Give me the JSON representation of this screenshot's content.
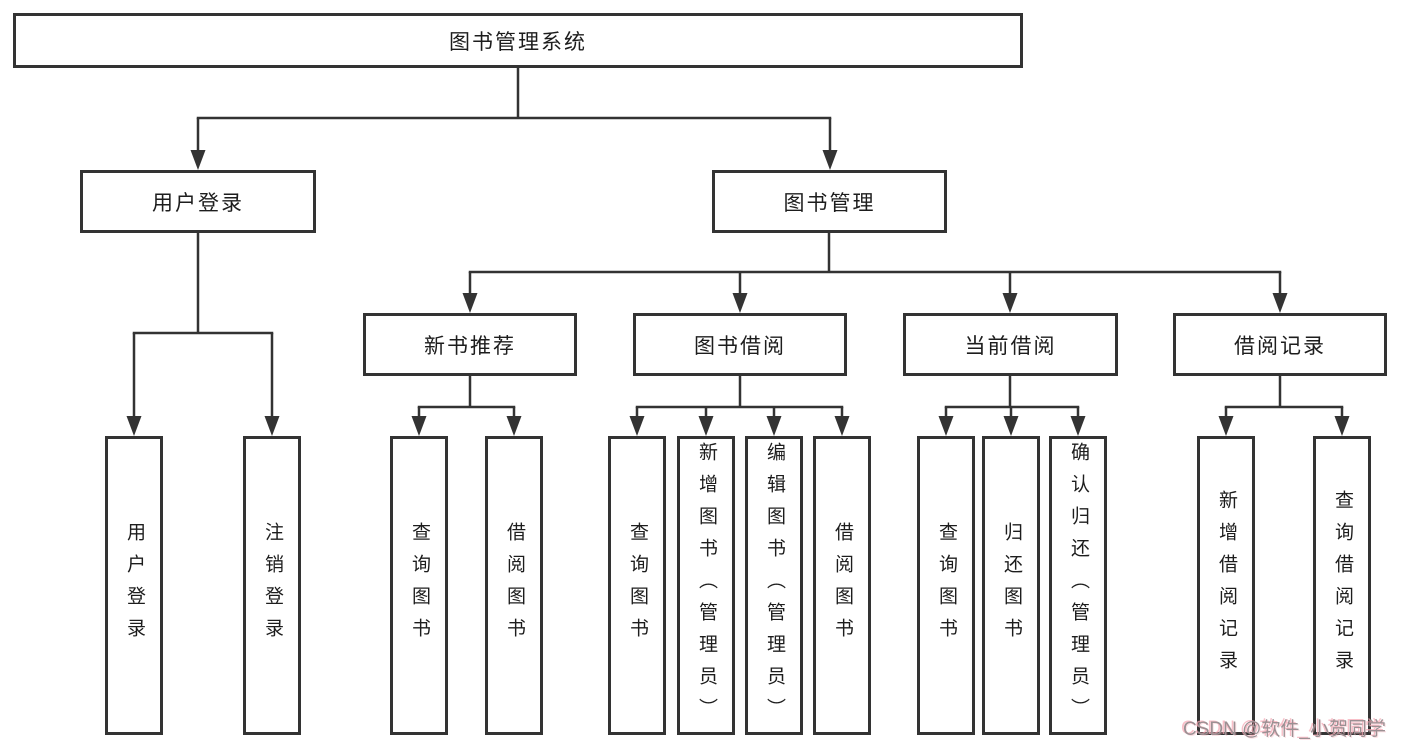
{
  "diagram_title": "图书管理系统",
  "tree": {
    "label": "图书管理系统",
    "children": [
      {
        "label": "用户登录",
        "children": [
          {
            "label": "用户登录"
          },
          {
            "label": "注销登录"
          }
        ]
      },
      {
        "label": "图书管理",
        "children": [
          {
            "label": "新书推荐",
            "children": [
              {
                "label": "查询图书"
              },
              {
                "label": "借阅图书"
              }
            ]
          },
          {
            "label": "图书借阅",
            "children": [
              {
                "label": "查询图书"
              },
              {
                "label": "新增图书（管理员）"
              },
              {
                "label": "编辑图书（管理员）"
              },
              {
                "label": "借阅图书"
              }
            ]
          },
          {
            "label": "当前借阅",
            "children": [
              {
                "label": "查询图书"
              },
              {
                "label": "归还图书"
              },
              {
                "label": "确认归还（管理员）"
              }
            ]
          },
          {
            "label": "借阅记录",
            "children": [
              {
                "label": "新增借阅记录"
              },
              {
                "label": "查询借阅记录"
              }
            ]
          }
        ]
      }
    ]
  },
  "watermark": {
    "text": "CSDN @软件_小贺同学"
  },
  "colors": {
    "line": "#333333",
    "box_border": "#333333",
    "box_background": "#ffffff",
    "text": "#1d1d1d",
    "watermark_text": "#9b9093",
    "watermark_highlight": "#f5aab5",
    "background": "#ffffff"
  }
}
